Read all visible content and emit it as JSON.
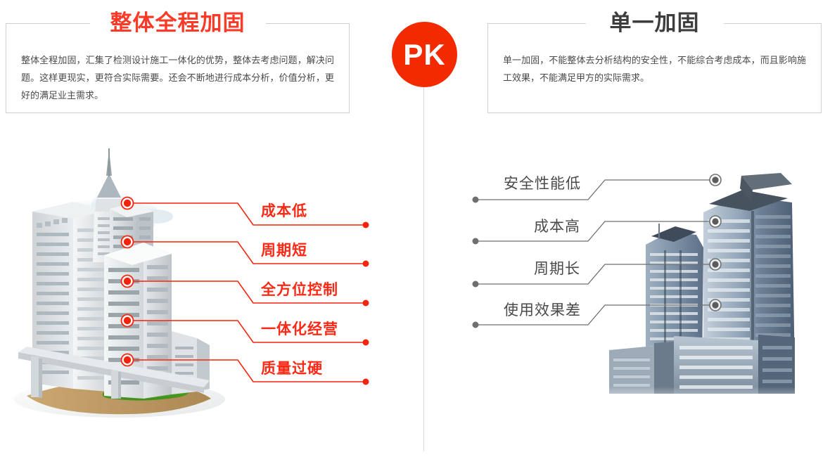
{
  "left_panel": {
    "title": "整体全程加固",
    "body": "整体全程加固，汇集了检测设计施工一体化的优势，整体去考虑问题，解决问题。这样更现实，更符合实际需要。还会不断地进行成本分析，价值分析，更好的满足业主需求。",
    "title_color": "#fb3b28",
    "accent_color": "#fb2a16",
    "features": [
      {
        "label": "成本低"
      },
      {
        "label": "周期短"
      },
      {
        "label": "全方位控制"
      },
      {
        "label": "一体化经营"
      },
      {
        "label": "质量过硬"
      }
    ]
  },
  "right_panel": {
    "title": "单一加固",
    "body": "单一加固，不能整体去分析结构的安全性，不能综合考虑成本，而且影响施工效果，不能满足甲方的实际需求。",
    "title_color": "#3d3d3d",
    "accent_color": "#6e6e6e",
    "features": [
      {
        "label": "安全性能低"
      },
      {
        "label": "成本高"
      },
      {
        "label": "周期长"
      },
      {
        "label": "使用效果差"
      }
    ]
  },
  "divider": {
    "badge_text": "PK",
    "badge_color": "#f32a00"
  },
  "illustrations": {
    "left": "white-skyscraper-illustration",
    "right": "blue-gray-skyscraper-photo"
  }
}
